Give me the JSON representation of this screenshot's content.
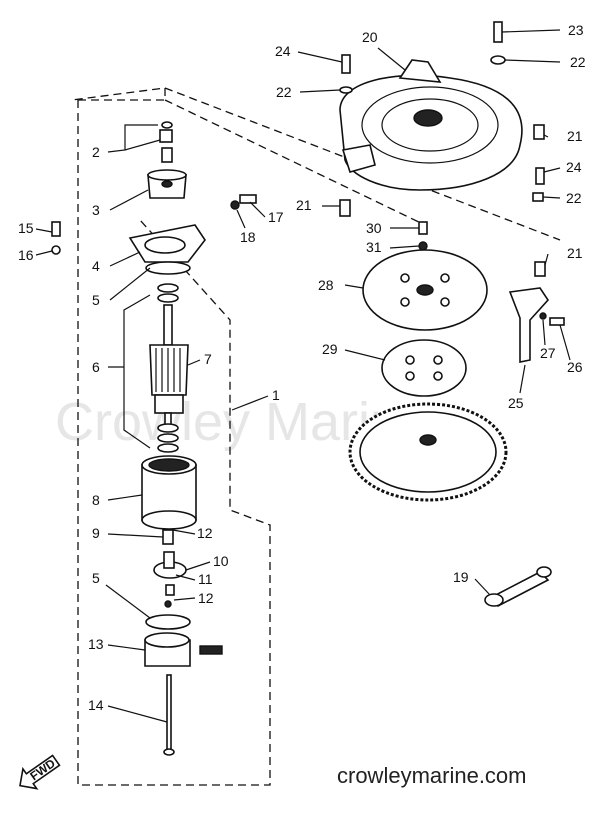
{
  "watermark": "Crowley Marine",
  "site_label": "crowleymarine.com",
  "direction_label": "FWD",
  "callouts": {
    "c1": "1",
    "c2": "2",
    "c3": "3",
    "c4": "4",
    "c5a": "5",
    "c5b": "5",
    "c6": "6",
    "c7": "7",
    "c8": "8",
    "c9": "9",
    "c10": "10",
    "c11": "11",
    "c12a": "12",
    "c12b": "12",
    "c13": "13",
    "c14": "14",
    "c15": "15",
    "c16": "16",
    "c17": "17",
    "c18": "18",
    "c19": "19",
    "c20": "20",
    "c21a": "21",
    "c21b": "21",
    "c21c": "21",
    "c22a": "22",
    "c22b": "22",
    "c22c": "22",
    "c23": "23",
    "c24a": "24",
    "c24b": "24",
    "c25": "25",
    "c26": "26",
    "c27": "27",
    "c28": "28",
    "c29": "29",
    "c30": "30",
    "c31": "31"
  }
}
